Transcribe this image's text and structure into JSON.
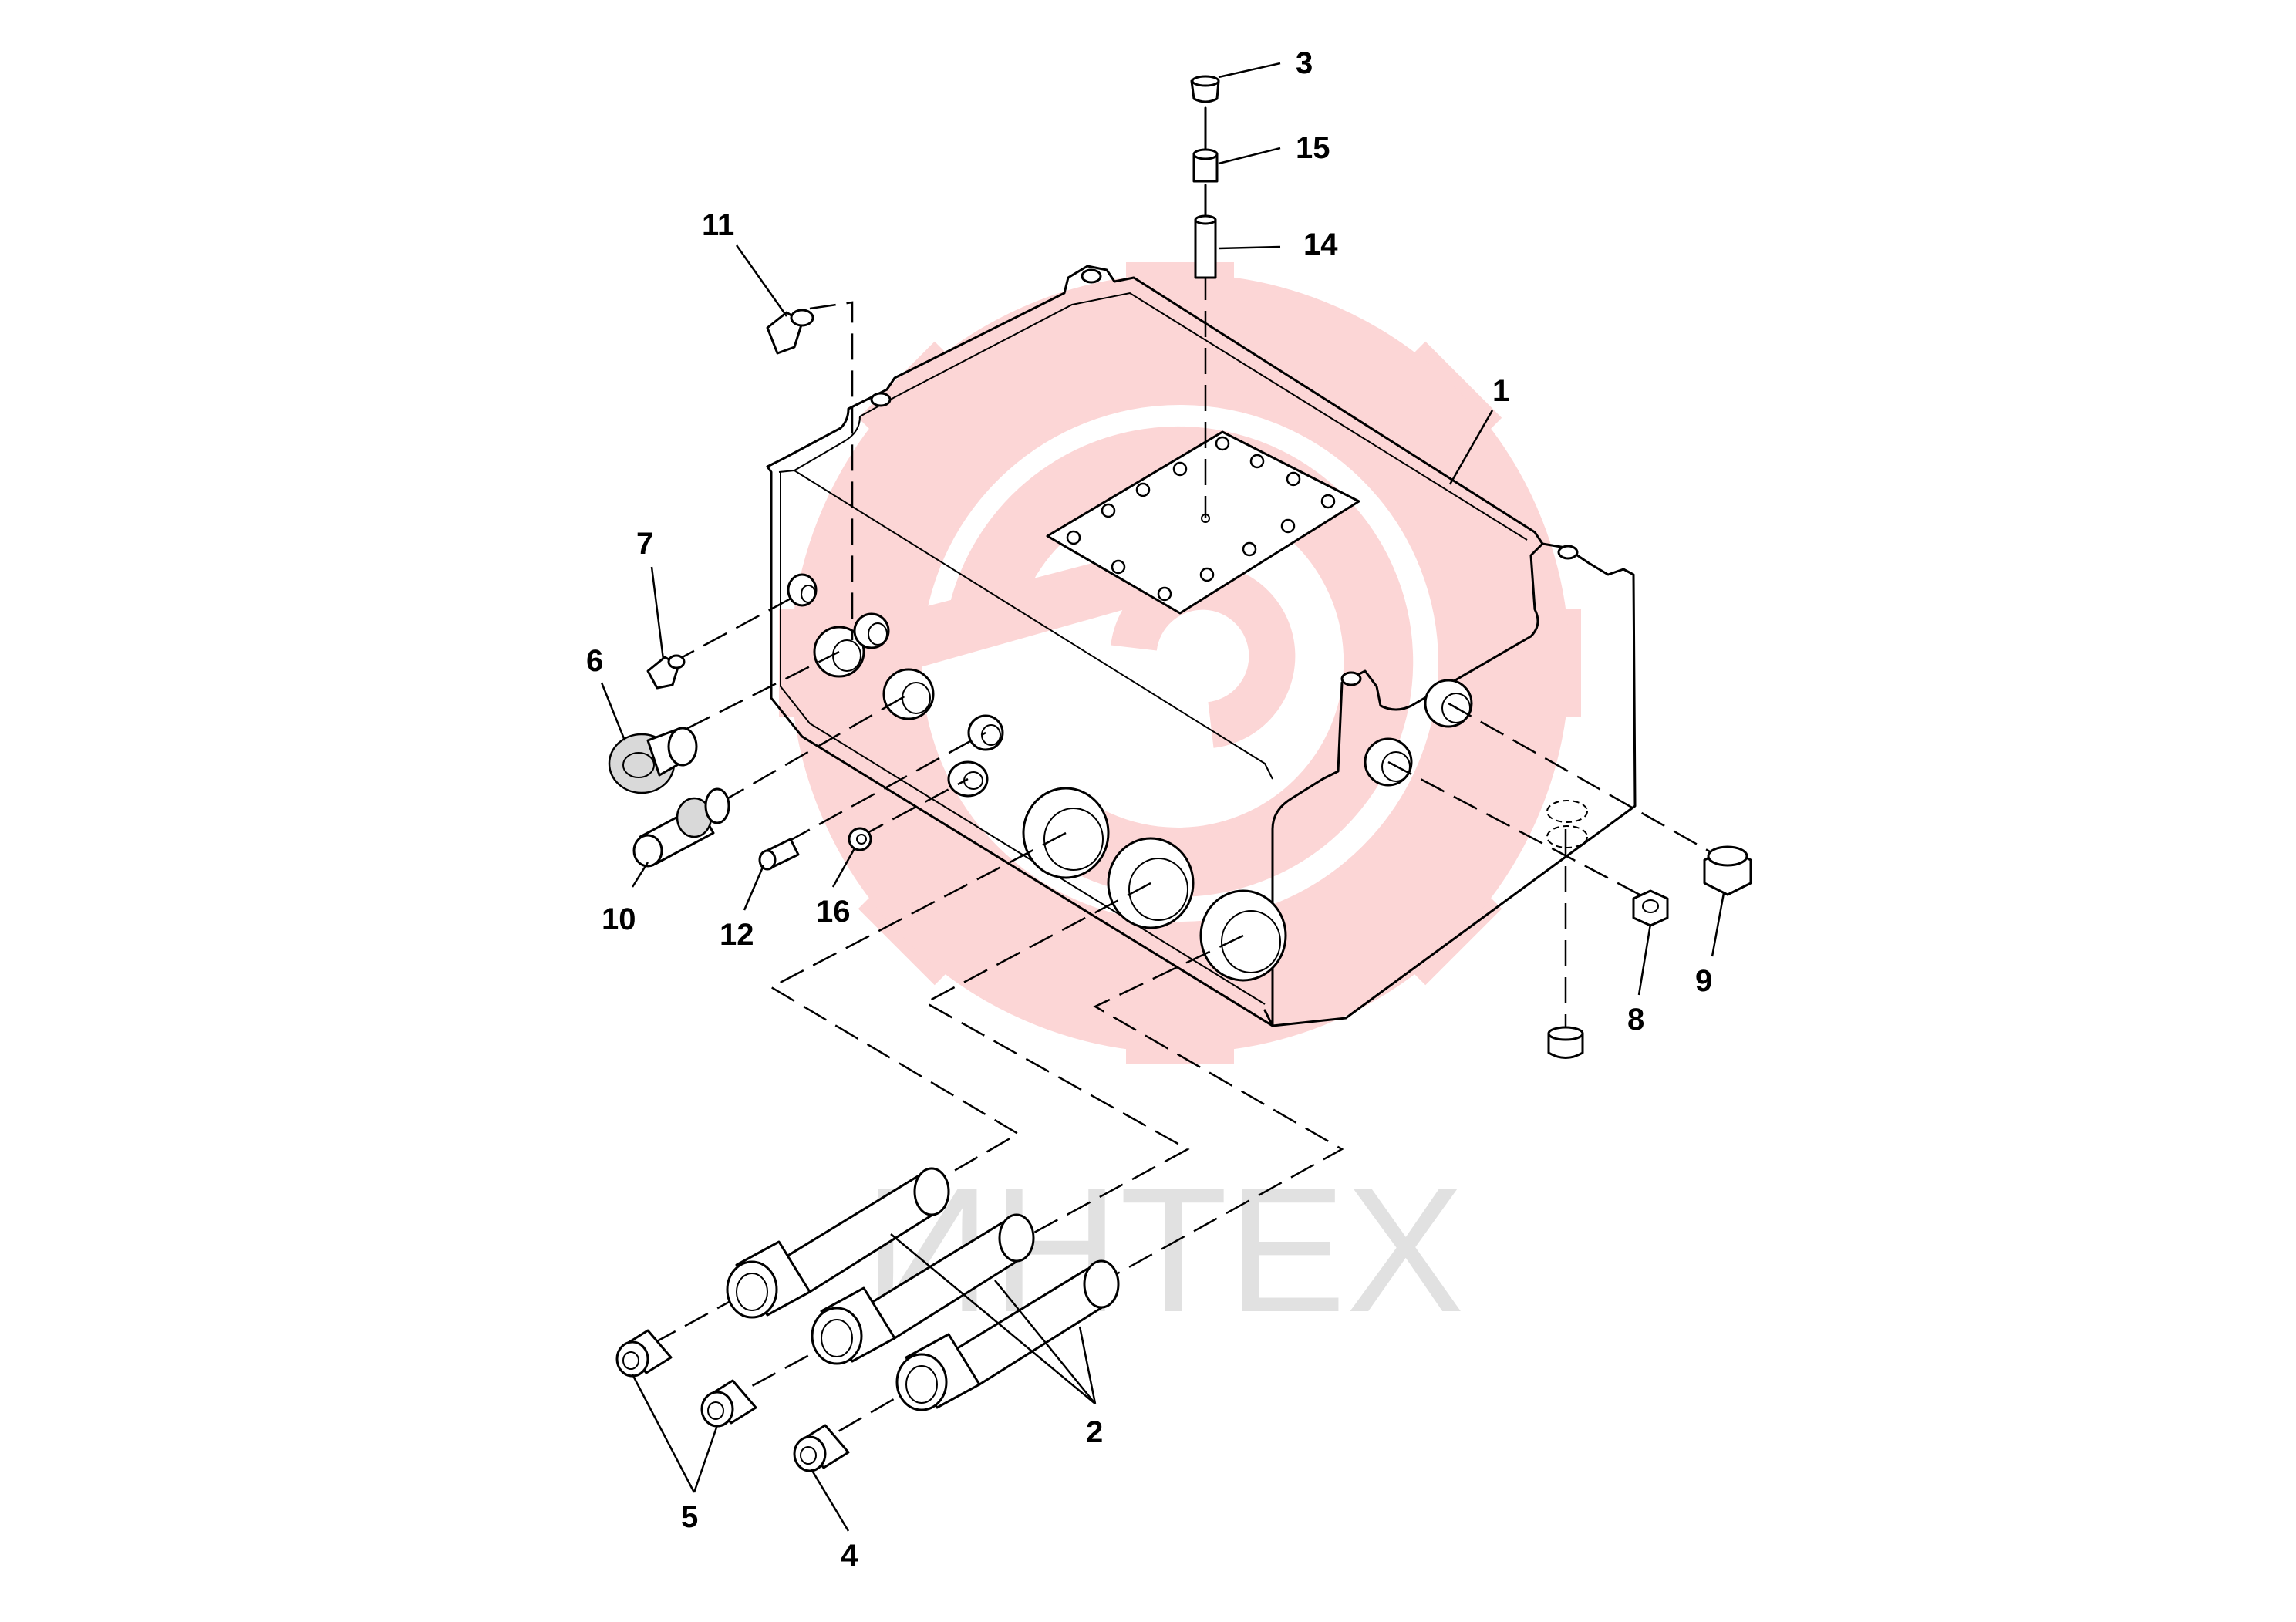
{
  "diagram": {
    "watermark": {
      "text": "ИНТЕХ",
      "brand_color": "#f26b6b",
      "text_color": "#bdbdbd"
    },
    "callouts": [
      {
        "id": "1",
        "label": "1"
      },
      {
        "id": "2",
        "label": "2"
      },
      {
        "id": "3",
        "label": "3"
      },
      {
        "id": "4",
        "label": "4"
      },
      {
        "id": "5a",
        "label": "5"
      },
      {
        "id": "5b",
        "label": "5"
      },
      {
        "id": "6",
        "label": "6"
      },
      {
        "id": "7",
        "label": "7"
      },
      {
        "id": "8",
        "label": "8"
      },
      {
        "id": "9",
        "label": "9"
      },
      {
        "id": "10",
        "label": "10"
      },
      {
        "id": "11",
        "label": "11"
      },
      {
        "id": "12",
        "label": "12"
      },
      {
        "id": "14",
        "label": "14"
      },
      {
        "id": "15",
        "label": "15"
      },
      {
        "id": "16",
        "label": "16"
      }
    ]
  }
}
